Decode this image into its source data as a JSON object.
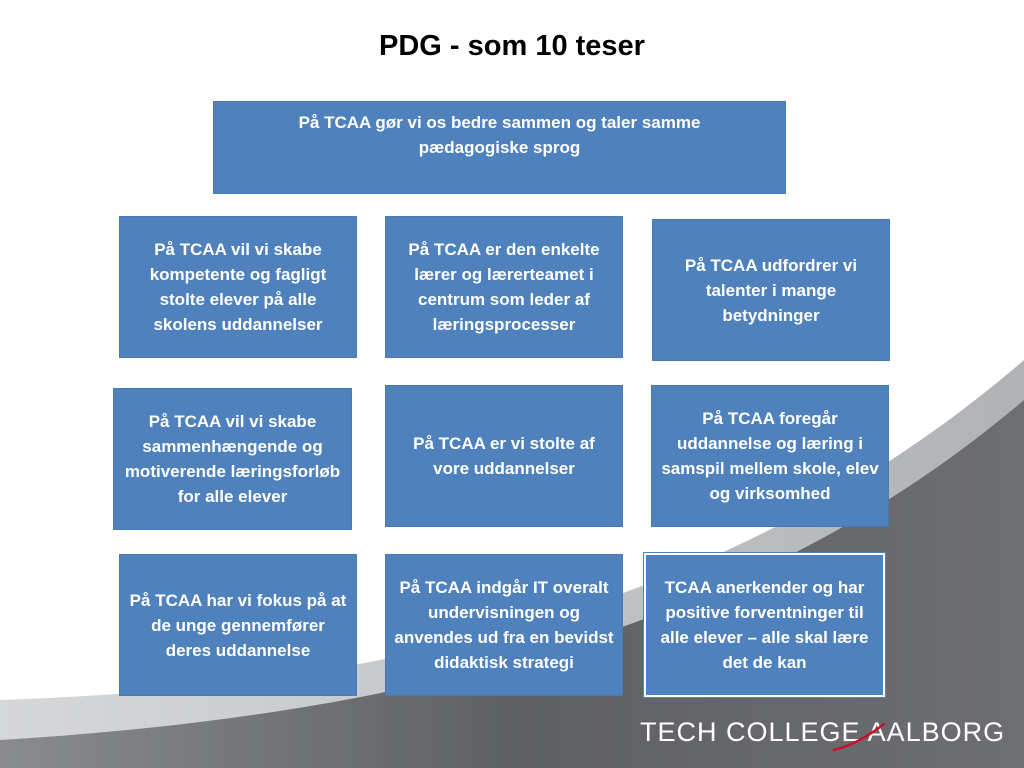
{
  "title": "PDG - som 10 teser",
  "theses": {
    "top": "På TCAA gør vi os bedre sammen og taler samme pædagogiske sprog",
    "row1_left": "På TCAA vil vi skabe kompetente og fagligt stolte elever på alle skolens uddannelser",
    "row1_mid": "På TCAA er den enkelte lærer og lærerteamet i centrum som leder af læringsprocesser",
    "row1_right": "På TCAA udfordrer vi talenter i mange betydninger",
    "row2_left": "På TCAA vil vi skabe sammenhængende og motiverende læringsforløb for alle elever",
    "row2_mid": "På TCAA er vi stolte af vore uddannelser",
    "row2_right": "På TCAA foregår uddannelse og læring i samspil mellem skole, elev og virksomhed",
    "row3_left": "På TCAA har vi fokus på at de unge gennemfører deres uddannelse",
    "row3_mid": "På TCAA indgår IT overalt undervisningen og anvendes ud fra en bevidst didaktisk strategi",
    "row3_right": "TCAA anerkender og har positive forventninger til alle elever – alle skal lære det de kan"
  },
  "logo": {
    "text": "TECH COLLEGE AALBORG"
  },
  "colors": {
    "box_fill": "#4f81bd",
    "box_text": "#ffffff",
    "swoosh_dark": "#6d6e71",
    "swoosh_light": "#a7a9ac",
    "logo_accent": "#c8102e"
  }
}
